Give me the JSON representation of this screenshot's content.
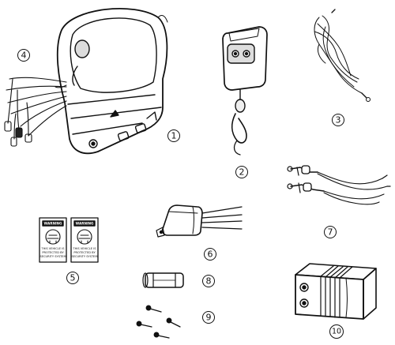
{
  "parts": [
    {
      "id": "siren-unit",
      "number": "1"
    },
    {
      "id": "remote-transmitter",
      "number": "2"
    },
    {
      "id": "antenna-wire",
      "number": "3"
    },
    {
      "id": "main-harness",
      "number": "4"
    },
    {
      "id": "warning-stickers",
      "number": "5"
    },
    {
      "id": "relay",
      "number": "6"
    },
    {
      "id": "door-pin-switches",
      "number": "7"
    },
    {
      "id": "fuse",
      "number": "8"
    },
    {
      "id": "screws",
      "number": "9"
    },
    {
      "id": "control-module",
      "number": "10"
    }
  ],
  "stickers": {
    "title": "WARNING",
    "lines": [
      "THIS VEHICLE IS",
      "PROTECTED BY",
      "SECURITY SYSTEM"
    ]
  },
  "colors": {
    "ink": "#111111",
    "paper": "#ffffff"
  }
}
